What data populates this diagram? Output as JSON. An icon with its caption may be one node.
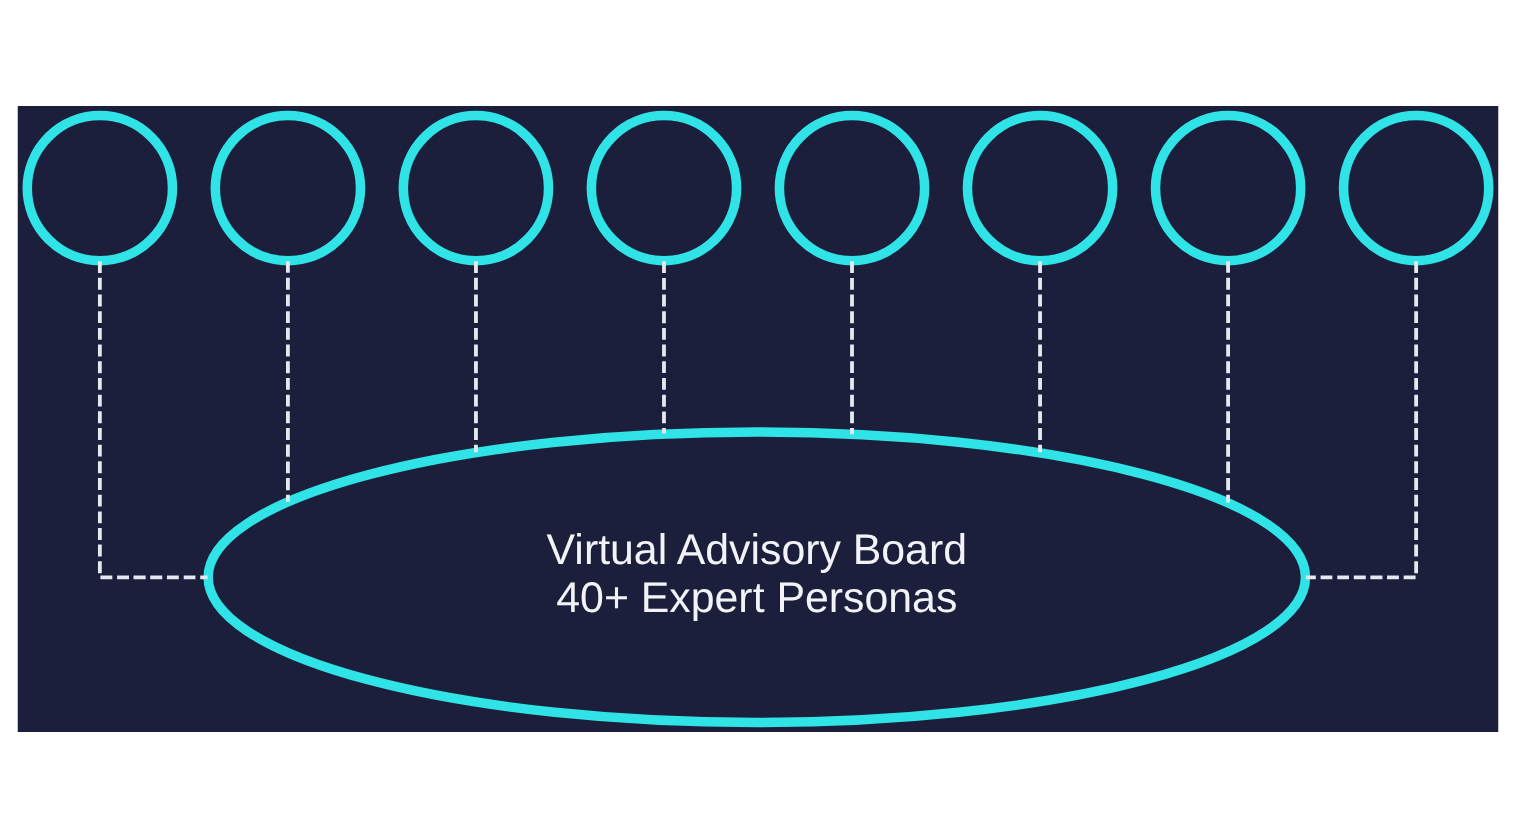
{
  "diagram": {
    "nodes": [
      {
        "text": [],
        "shape": "circle"
      },
      {
        "text": [],
        "shape": "circle"
      },
      {
        "text": [],
        "shape": "circle"
      },
      {
        "text": [],
        "shape": "circle"
      },
      {
        "text": [],
        "shape": "circle"
      },
      {
        "text": [],
        "shape": "circle"
      },
      {
        "text": [],
        "shape": "circle"
      },
      {
        "text": [],
        "shape": "circle"
      },
      {
        "text": [
          "Virtual Advisory Board",
          "40+ Expert Personas"
        ]
      }
    ],
    "edges": [
      {
        "from": 0,
        "to": 8,
        "arrow": "none",
        "style": "dashed"
      },
      {
        "from": 1,
        "to": 8,
        "arrow": "none",
        "style": "dashed"
      },
      {
        "from": 2,
        "to": 8,
        "arrow": "none",
        "style": "dashed"
      },
      {
        "from": 3,
        "to": 8,
        "arrow": "none",
        "style": "dashed"
      },
      {
        "from": 4,
        "to": 8,
        "arrow": "none",
        "style": "dashed"
      },
      {
        "from": 5,
        "to": 8,
        "arrow": "none",
        "style": "dashed"
      },
      {
        "from": 6,
        "to": 8,
        "arrow": "none",
        "style": "dashed"
      },
      {
        "from": 7,
        "to": 8,
        "arrow": "none",
        "style": "dashed"
      }
    ]
  }
}
